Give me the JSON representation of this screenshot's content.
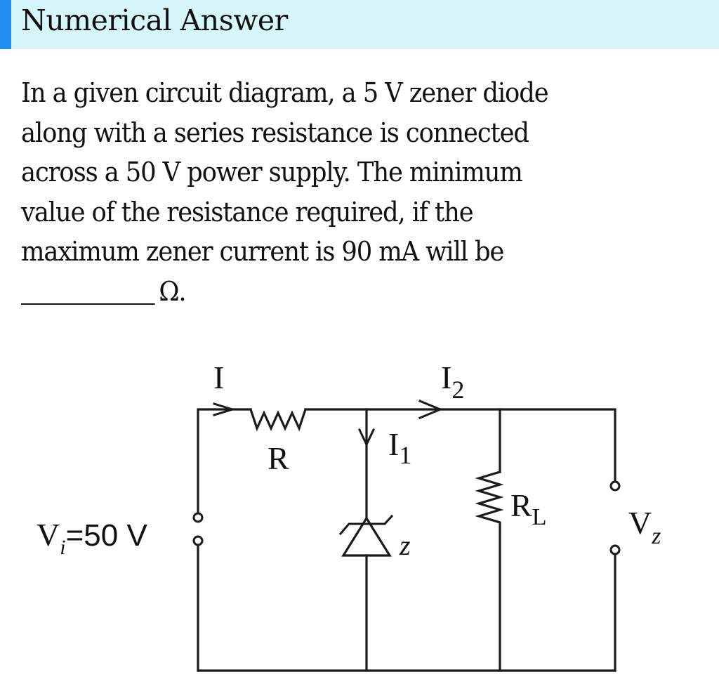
{
  "header": {
    "title": "Numerical Answer",
    "accent_color": "#1e8ef0",
    "background_color": "#d6f6fc"
  },
  "question": {
    "lines": [
      "In a given circuit diagram, a 5 V zener diode",
      "along with a series resistance is connected",
      "across a 50 V power supply. The minimum",
      "value of the resistance required, if the",
      "maximum zener current is 90 mA will be"
    ],
    "answer_unit": "Ω."
  },
  "circuit": {
    "labels": {
      "current_total": "I",
      "current_load": "I",
      "current_load_sub": "2",
      "current_zener": "I",
      "current_zener_sub": "1",
      "series_resistor": "R",
      "load_resistor": "R",
      "load_resistor_sub": "L",
      "zener": "z",
      "input_voltage": "V",
      "input_voltage_sub": "i",
      "input_voltage_value": "=50 V",
      "output_voltage": "V",
      "output_voltage_sub": "z"
    }
  }
}
